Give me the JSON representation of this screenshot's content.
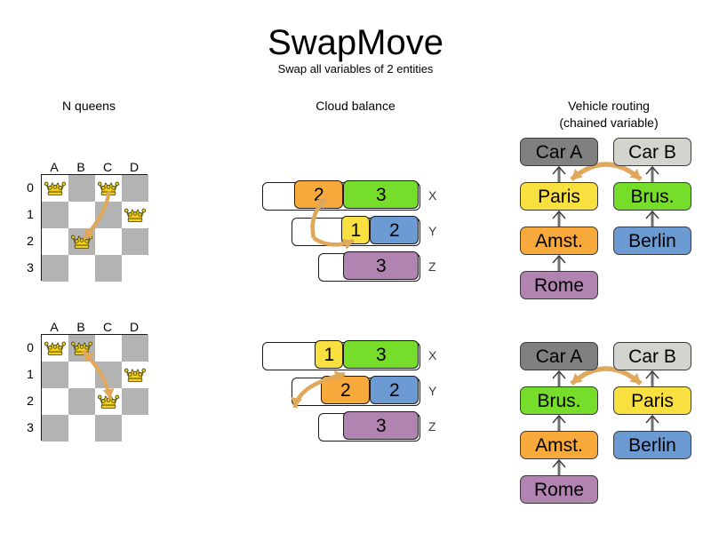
{
  "header": {
    "title": "SwapMove",
    "subtitle": "Swap all variables of 2 entities"
  },
  "columns": {
    "nqueens": {
      "title": "N queens"
    },
    "cloud": {
      "title": "Cloud balance"
    },
    "vehicle": {
      "title_line1": "Vehicle routing",
      "title_line2": "(chained variable)"
    }
  },
  "colors": {
    "orange": "#F7A93C",
    "green": "#76DD2B",
    "blue": "#6B9BD2",
    "purple": "#B083B0",
    "yellow": "#F7E03F",
    "car_a": "#808080",
    "car_b": "#D4D4CE",
    "arrow": "#E0A85B",
    "board_dark": "#B3B3B3",
    "board_light": "#FFFFFF",
    "queen": "#F5D016"
  },
  "nqueens": {
    "files": [
      "A",
      "B",
      "C",
      "D"
    ],
    "ranks": [
      "0",
      "1",
      "2",
      "3"
    ],
    "before": {
      "queens": [
        {
          "file": "A",
          "rank": "0"
        },
        {
          "file": "C",
          "rank": "0"
        },
        {
          "file": "D",
          "rank": "1"
        },
        {
          "file": "B",
          "rank": "2"
        }
      ],
      "move_arrow": {
        "from": "C0",
        "to": "B2",
        "double_headed": false
      }
    },
    "after": {
      "queens": [
        {
          "file": "A",
          "rank": "0"
        },
        {
          "file": "B",
          "rank": "0"
        },
        {
          "file": "D",
          "rank": "1"
        },
        {
          "file": "C",
          "rank": "2"
        }
      ],
      "move_arrow": {
        "from": "B0",
        "to": "C2",
        "double_headed": true
      }
    }
  },
  "cloud": {
    "before": {
      "rows": [
        {
          "label": "X",
          "processes": [
            {
              "value": "2",
              "color": "#F7A93C"
            },
            {
              "value": "3",
              "color": "#76DD2B"
            }
          ]
        },
        {
          "label": "Y",
          "processes": [
            {
              "value": "1",
              "color": "#F7E03F"
            },
            {
              "value": "2",
              "color": "#6B9BD2"
            }
          ]
        },
        {
          "label": "Z",
          "processes": [
            {
              "value": "3",
              "color": "#B083B0"
            }
          ]
        }
      ]
    },
    "after": {
      "rows": [
        {
          "label": "X",
          "processes": [
            {
              "value": "1",
              "color": "#F7E03F"
            },
            {
              "value": "3",
              "color": "#76DD2B"
            }
          ]
        },
        {
          "label": "Y",
          "processes": [
            {
              "value": "2",
              "color": "#F7A93C"
            },
            {
              "value": "2",
              "color": "#6B9BD2"
            }
          ]
        },
        {
          "label": "Z",
          "processes": [
            {
              "value": "3",
              "color": "#B083B0"
            }
          ]
        }
      ]
    }
  },
  "vehicle": {
    "before": {
      "chain_a": [
        "Car A",
        "Paris",
        "Amst.",
        "Rome"
      ],
      "chain_b": [
        "Car B",
        "Brus.",
        "Berlin"
      ],
      "swap": [
        "Paris",
        "Brus."
      ]
    },
    "after": {
      "chain_a": [
        "Car A",
        "Brus.",
        "Amst.",
        "Rome"
      ],
      "chain_b": [
        "Car B",
        "Paris",
        "Berlin"
      ],
      "swap": [
        "Brus.",
        "Paris"
      ]
    }
  }
}
